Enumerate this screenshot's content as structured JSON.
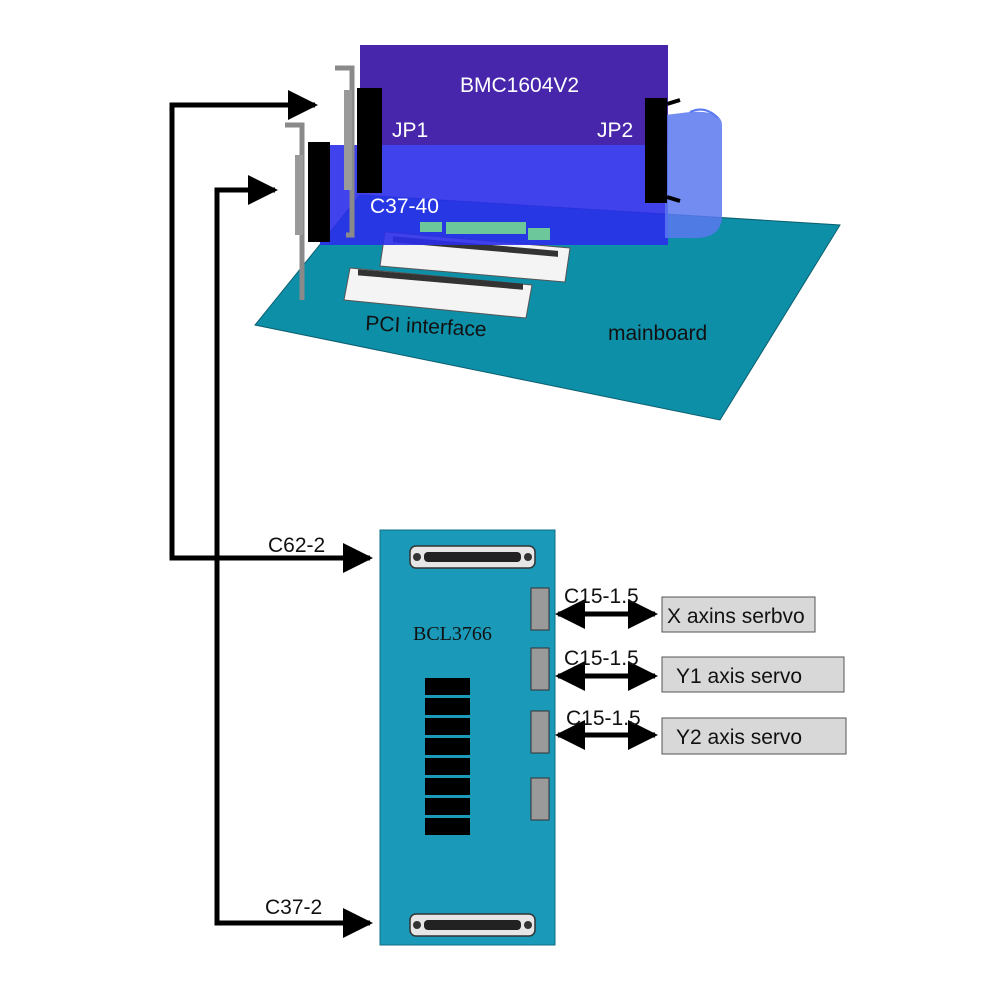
{
  "colors": {
    "mainboard": "#0E8FA8",
    "card": "#3D1AA6",
    "ribbon": "#5A78F0",
    "terminal_board": "#1A9AB8",
    "connector": "#000000",
    "gold_finger": "#6CC79A",
    "servo_box": "#D8D8D8",
    "wire": "#000000"
  },
  "card": {
    "name": "BMC1604V2",
    "jp1": "JP1",
    "jp2": "JP2",
    "ribbon_label": "C37-40"
  },
  "mainboard": {
    "label": "mainboard",
    "slot_label": "PCI interface"
  },
  "terminal_board": {
    "name": "BCL3766"
  },
  "cables": {
    "top": "C62-2",
    "bottom": "C37-2",
    "servo": [
      "C15-1.5",
      "C15-1.5",
      "C15-1.5"
    ]
  },
  "servos": [
    {
      "label": "X axins serbvo"
    },
    {
      "label": "Y1 axis servo"
    },
    {
      "label": "Y2 axis servo"
    }
  ],
  "terminal_blocks": 8
}
